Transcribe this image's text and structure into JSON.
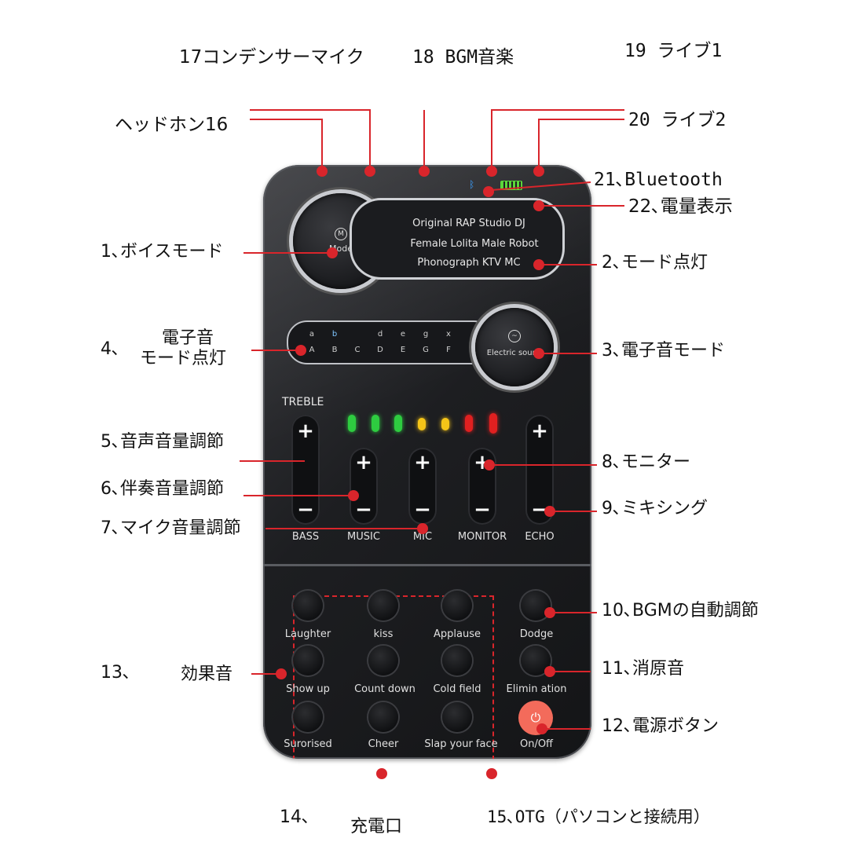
{
  "callouts": {
    "c1": "1､ボイスモード",
    "c2": "2､モード点灯",
    "c3": "3､電子音モード",
    "c4_num": "4､",
    "c4_line1": "電子音",
    "c4_line2": "モード点灯",
    "c5": "5､音声音量調節",
    "c6": "6､伴奏音量調節",
    "c7": "7､マイク音量調節",
    "c8": "8､モニター",
    "c9": "9､ミキシング",
    "c10": "10､BGMの自動調節",
    "c11": "11､消原音",
    "c12": "12､電源ボタン",
    "c13_num": "13､",
    "c13": "効果音",
    "c14_num": "14､",
    "c14": "充電口",
    "c15": "15､OTG（パソコンと接続用）",
    "c16": "ヘッドホン16",
    "c17": "17コンデンサーマイク",
    "c18": "18 BGM音楽",
    "c19": "19 ライブ1",
    "c20": "20 ライブ2",
    "c21": "21､Bluetooth",
    "c22": "22､電量表示"
  },
  "device": {
    "mode_knob": "Mode",
    "mode_glyph": "M",
    "mode_rows": [
      "Original RAP Studio DJ",
      "Female Lolita Male Robot",
      "Phonograph KTV MC"
    ],
    "electric_knob": "Electric sound",
    "electric_glyph": "~",
    "electric_top": [
      "a",
      "b",
      "",
      "d",
      "e",
      "g",
      "x"
    ],
    "electric_bottom": [
      "A",
      "B",
      "C",
      "D",
      "E",
      "G",
      "F"
    ],
    "treble": "TREBLE",
    "plus": "+",
    "minus": "−",
    "sliders": [
      "BASS",
      "MUSIC",
      "MIC",
      "MONITOR",
      "ECHO"
    ],
    "effects": [
      "Laughter",
      "kiss",
      "Applause",
      "Show up",
      "Count down",
      "Cold field",
      "Surorised",
      "Cheer",
      "Slap your face"
    ],
    "right_buttons": [
      "Dodge",
      "Elimin ation",
      "On/Off"
    ],
    "power_glyph": "⏻"
  },
  "colors": {
    "callout_red": "#d9252b",
    "led_green": "#2ecc40",
    "led_yellow": "#f5c518",
    "led_red": "#e02020",
    "battery_green": "#5bd63a",
    "bluetooth_blue": "#3aa0ff"
  },
  "icons": [
    "mode-icon",
    "electric-sound-icon",
    "bluetooth-icon",
    "battery-icon",
    "power-icon"
  ]
}
